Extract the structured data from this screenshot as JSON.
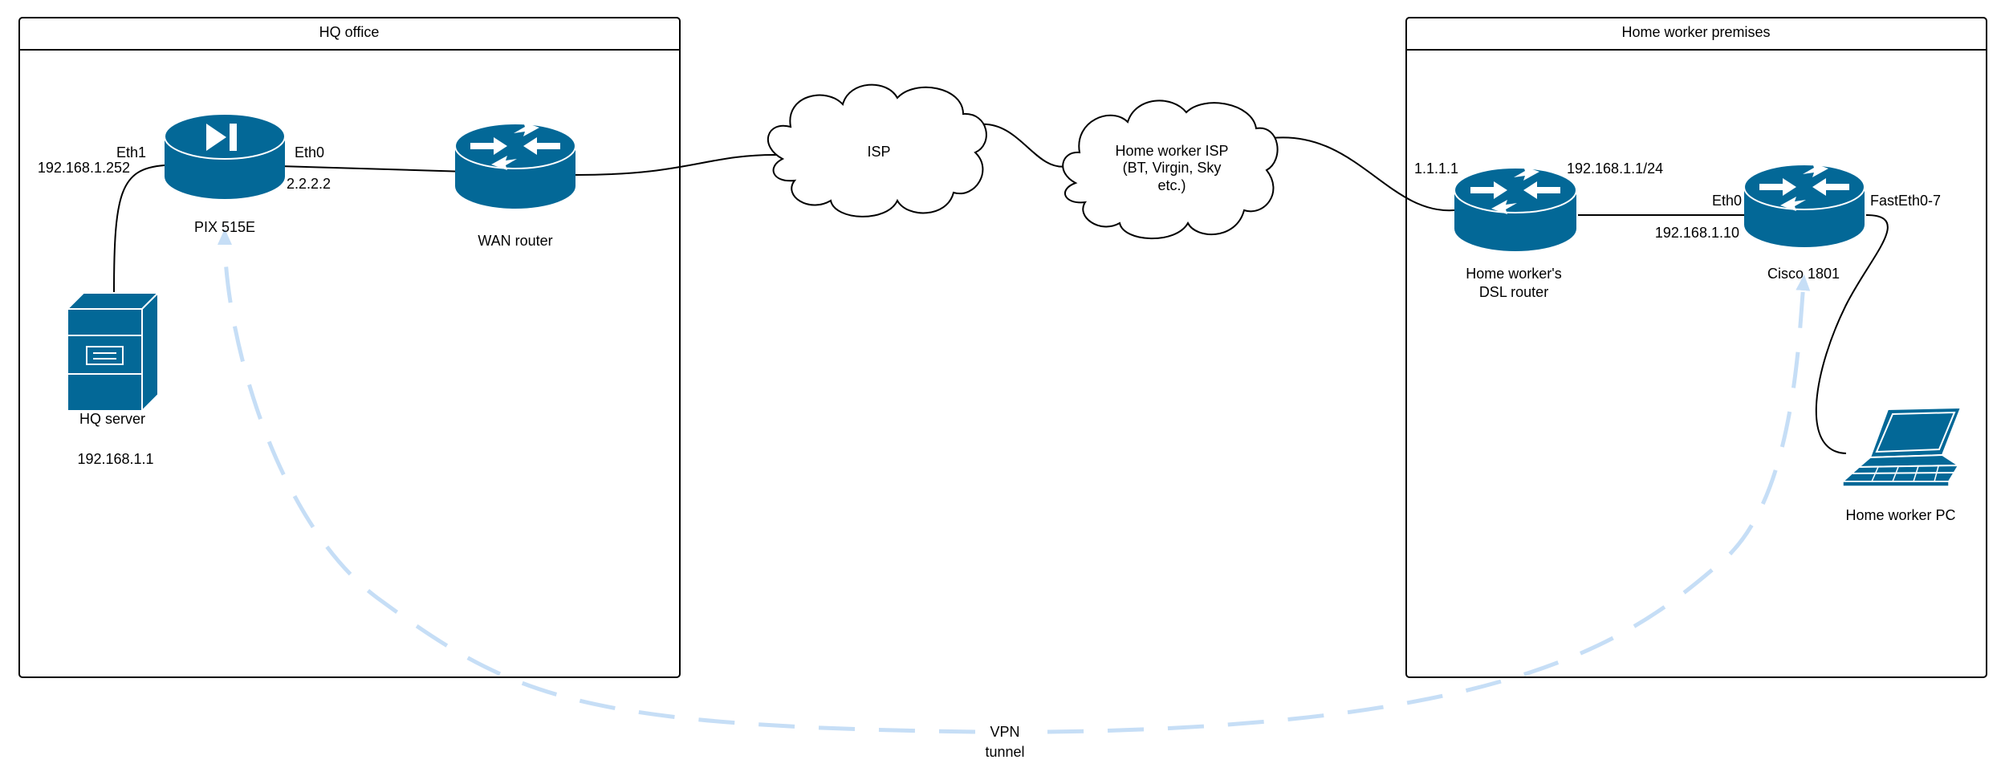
{
  "containers": {
    "hq": {
      "title": "HQ office"
    },
    "home": {
      "title": "Home worker premises"
    }
  },
  "clouds": {
    "isp": {
      "lines": [
        "ISP"
      ]
    },
    "home_isp": {
      "lines": [
        "Home worker ISP",
        "(BT, Virgin, Sky",
        "etc.)"
      ]
    }
  },
  "devices": {
    "pix": {
      "label": "PIX 515E",
      "icon": "firewall-icon"
    },
    "wan_router": {
      "label": "WAN router",
      "icon": "router-icon"
    },
    "hq_server": {
      "label": "HQ server",
      "ip": "192.168.1.1",
      "icon": "server-icon"
    },
    "dsl_router": {
      "label_lines": [
        "Home worker's",
        "DSL router"
      ],
      "icon": "router-icon"
    },
    "cisco": {
      "label": "Cisco 1801",
      "icon": "router-icon"
    },
    "home_pc": {
      "label": "Home worker PC",
      "icon": "laptop-icon"
    }
  },
  "interfaces": {
    "pix_eth1": "Eth1",
    "pix_eth1_ip": "192.168.1.252",
    "pix_eth0": "Eth0",
    "pix_eth0_ip": "2.2.2.2",
    "dsl_wan_ip": "1.1.1.1",
    "dsl_lan_ip": "192.168.1.1/24",
    "cisco_eth0": "Eth0",
    "cisco_eth0_ip": "192.168.1.10",
    "cisco_fasteth": "FastEth0-7"
  },
  "vpn": {
    "lines": [
      "VPN",
      "tunnel"
    ]
  },
  "colors": {
    "device": "#036897",
    "vpn_dash": "#c6def6",
    "line": "#000000"
  }
}
